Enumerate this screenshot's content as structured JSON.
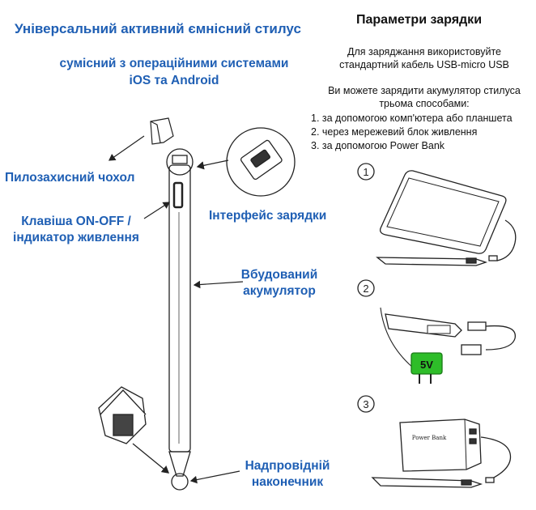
{
  "left": {
    "title": "Універсальний активний ємнісний стилус",
    "compat_line1": "сумісний з операційними системами",
    "compat_line2": "iOS та Android",
    "labels": {
      "cap": "Пилозахисний чохол",
      "button_line1": "Клавіша ON-OFF /",
      "button_line2": "індикатор живлення",
      "interface": "Інтерфейс зарядки",
      "battery_line1": "Вбудований",
      "battery_line2": "акумулятор",
      "tip_line1": "Надпровідній",
      "tip_line2": "наконечник"
    }
  },
  "right": {
    "title": "Параметри зарядки",
    "cable_line1": "Для заряджання використовуйте",
    "cable_line2": "стандартний кабель USB-micro USB",
    "ways_line1": "Ви можете зарядити акумулятор стилуса",
    "ways_line2": "трьома способами:",
    "methods": [
      "1. за допомогою комп'ютера або планшета",
      "2. через мережевий блок живлення",
      "3. за допомогою Power Bank"
    ],
    "step_numbers": [
      "1",
      "2",
      "3"
    ],
    "adapter_text": "5V",
    "powerbank_text": "Power Bank"
  },
  "colors": {
    "label_blue": "#1f5fb4",
    "adapter_green": "#22a81e",
    "line": "#222222"
  }
}
